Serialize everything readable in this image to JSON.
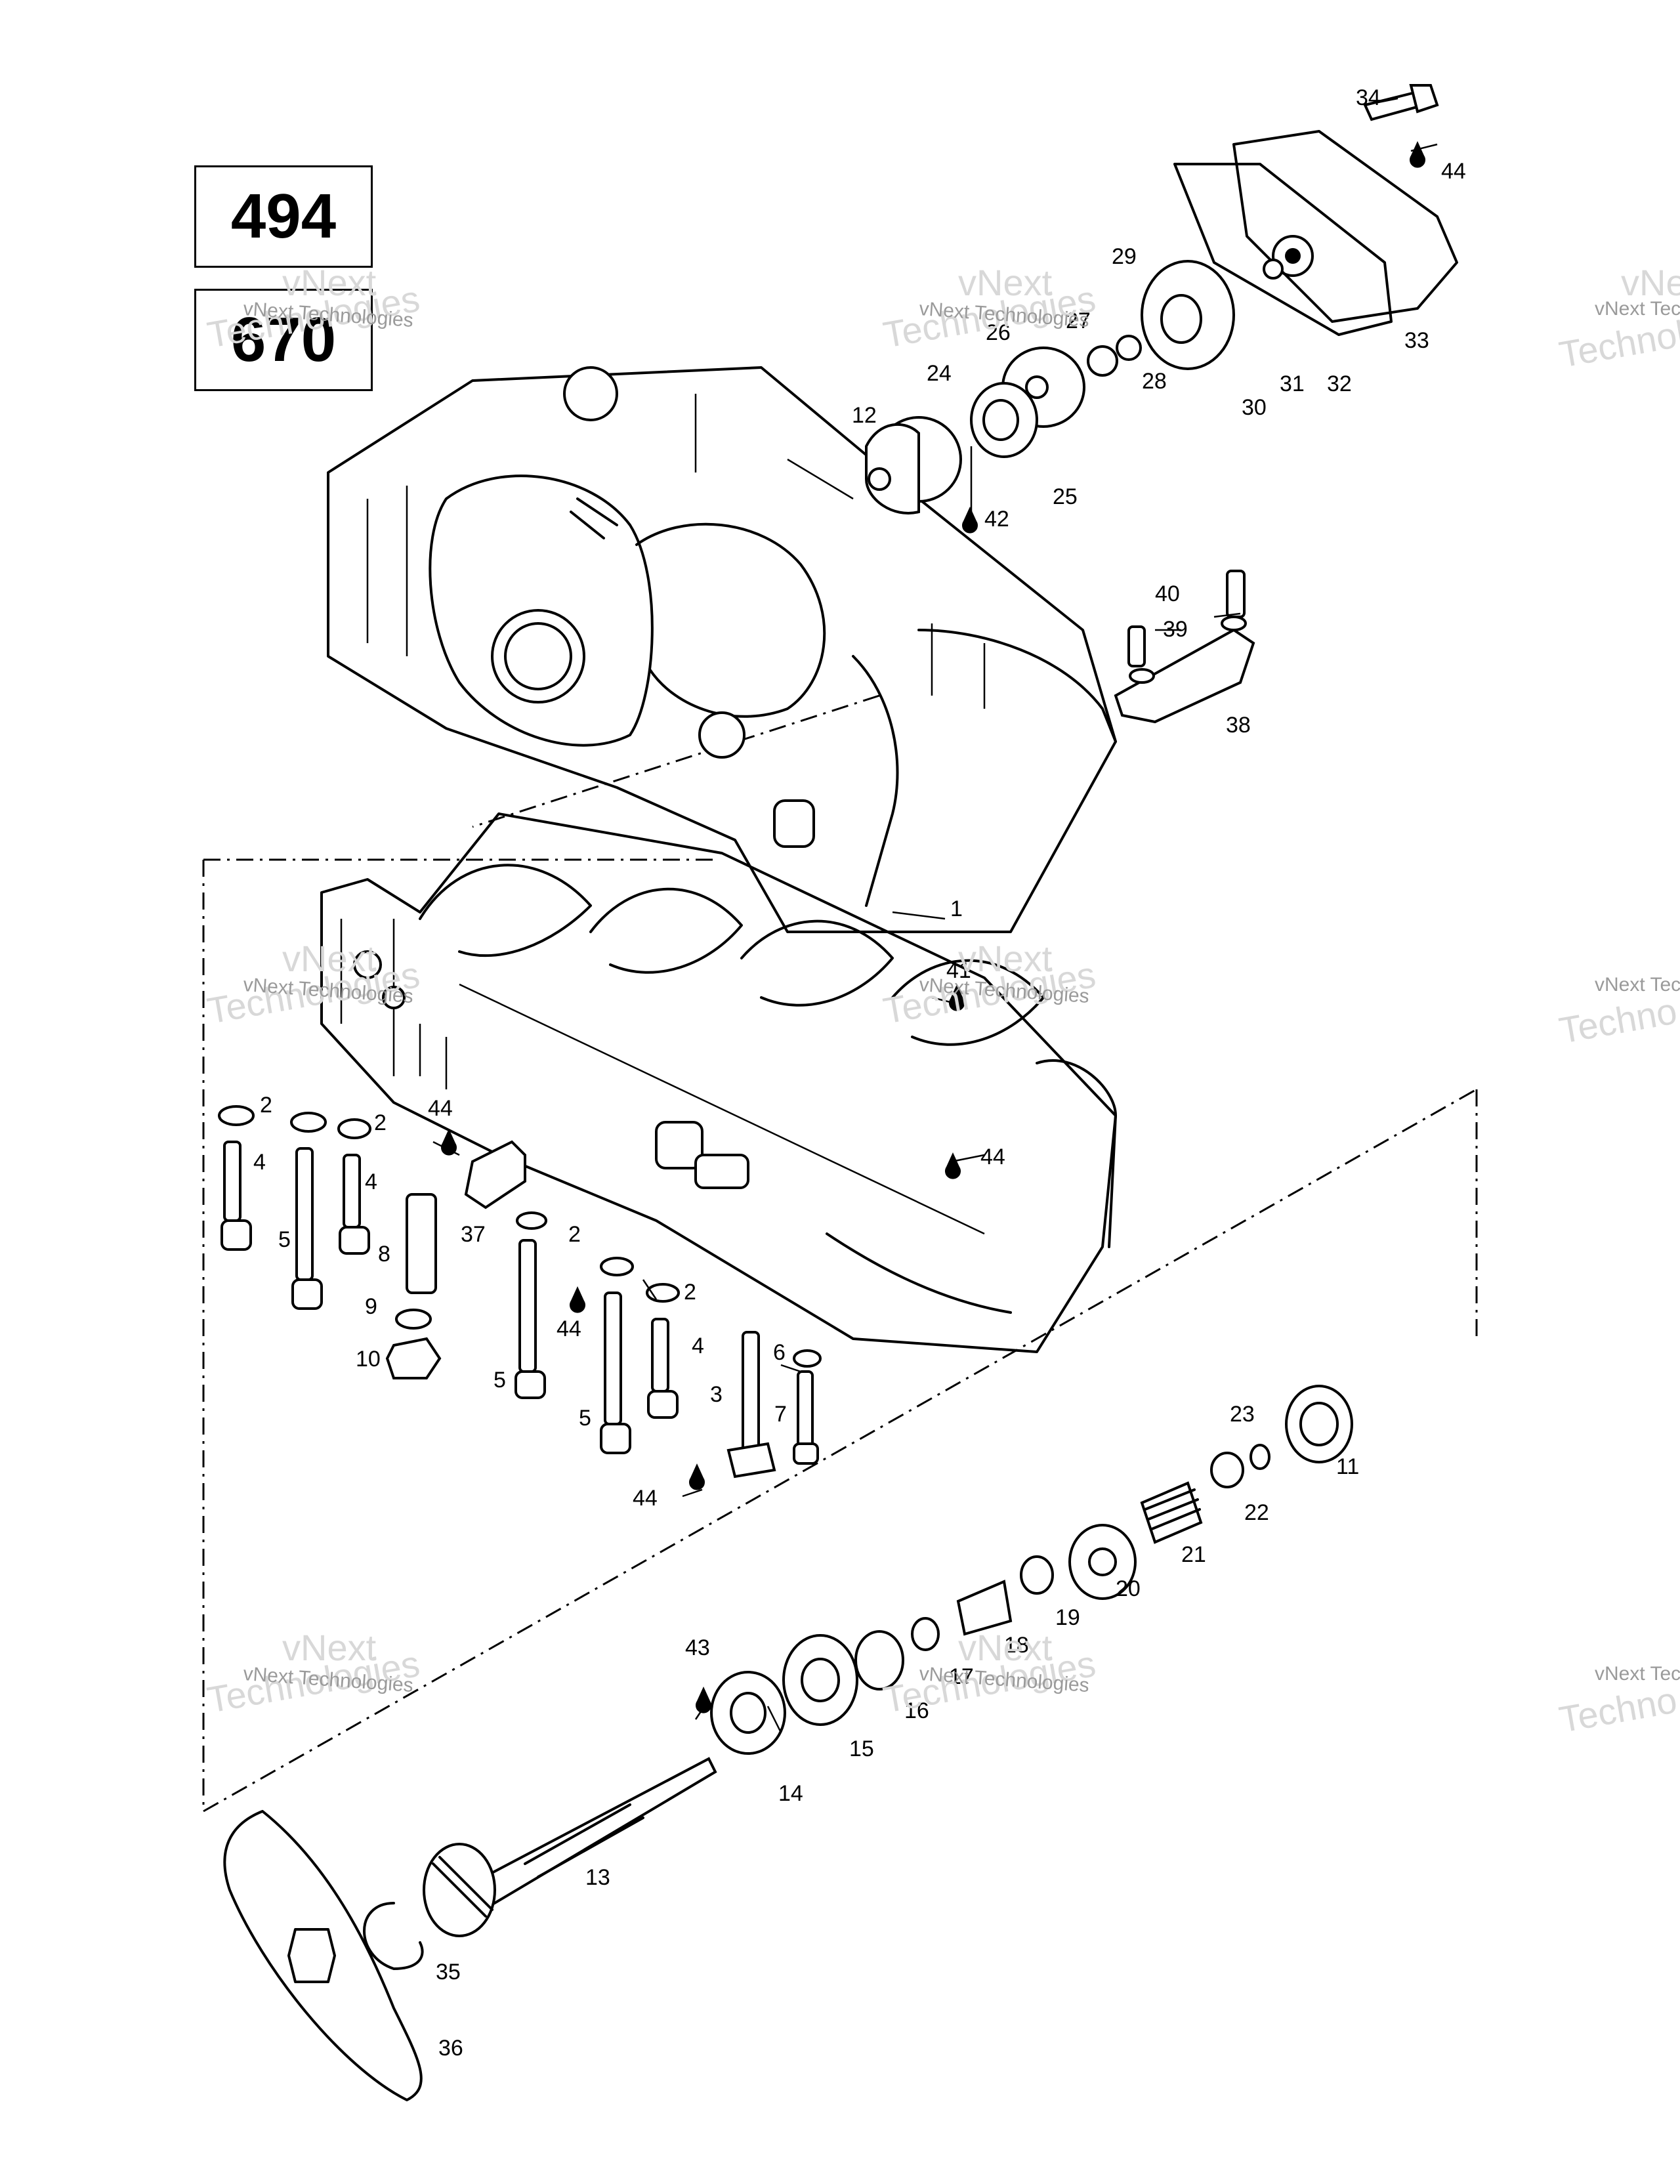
{
  "engine_codes": [
    "494",
    "670"
  ],
  "watermark": {
    "company": "vNext Technologies",
    "big_line1": "vNext",
    "big_line2": "Technologies",
    "partial_1": "vNext Tec",
    "partial_2": "Technolo",
    "partial_3": "vNext",
    "partial_4": "Techno"
  },
  "callouts": {
    "c1": "1",
    "c2": "2",
    "c3": "3",
    "c4": "4",
    "c5": "5",
    "c6": "6",
    "c7": "7",
    "c8": "8",
    "c9": "9",
    "c10": "10",
    "c11": "11",
    "c12": "12",
    "c13": "13",
    "c14": "14",
    "c15": "15",
    "c16": "16",
    "c17": "17",
    "c18": "18",
    "c19": "19",
    "c20": "20",
    "c21": "21",
    "c22": "22",
    "c23": "23",
    "c24": "24",
    "c25": "25",
    "c26": "26",
    "c27": "27",
    "c28": "28",
    "c29": "29",
    "c30": "30",
    "c31": "31",
    "c32": "32",
    "c33": "33",
    "c34": "34",
    "c35": "35",
    "c36": "36",
    "c37": "37",
    "c38": "38",
    "c39": "39",
    "c40": "40",
    "c41": "41",
    "c42": "42",
    "c43": "43",
    "c44": "44"
  }
}
